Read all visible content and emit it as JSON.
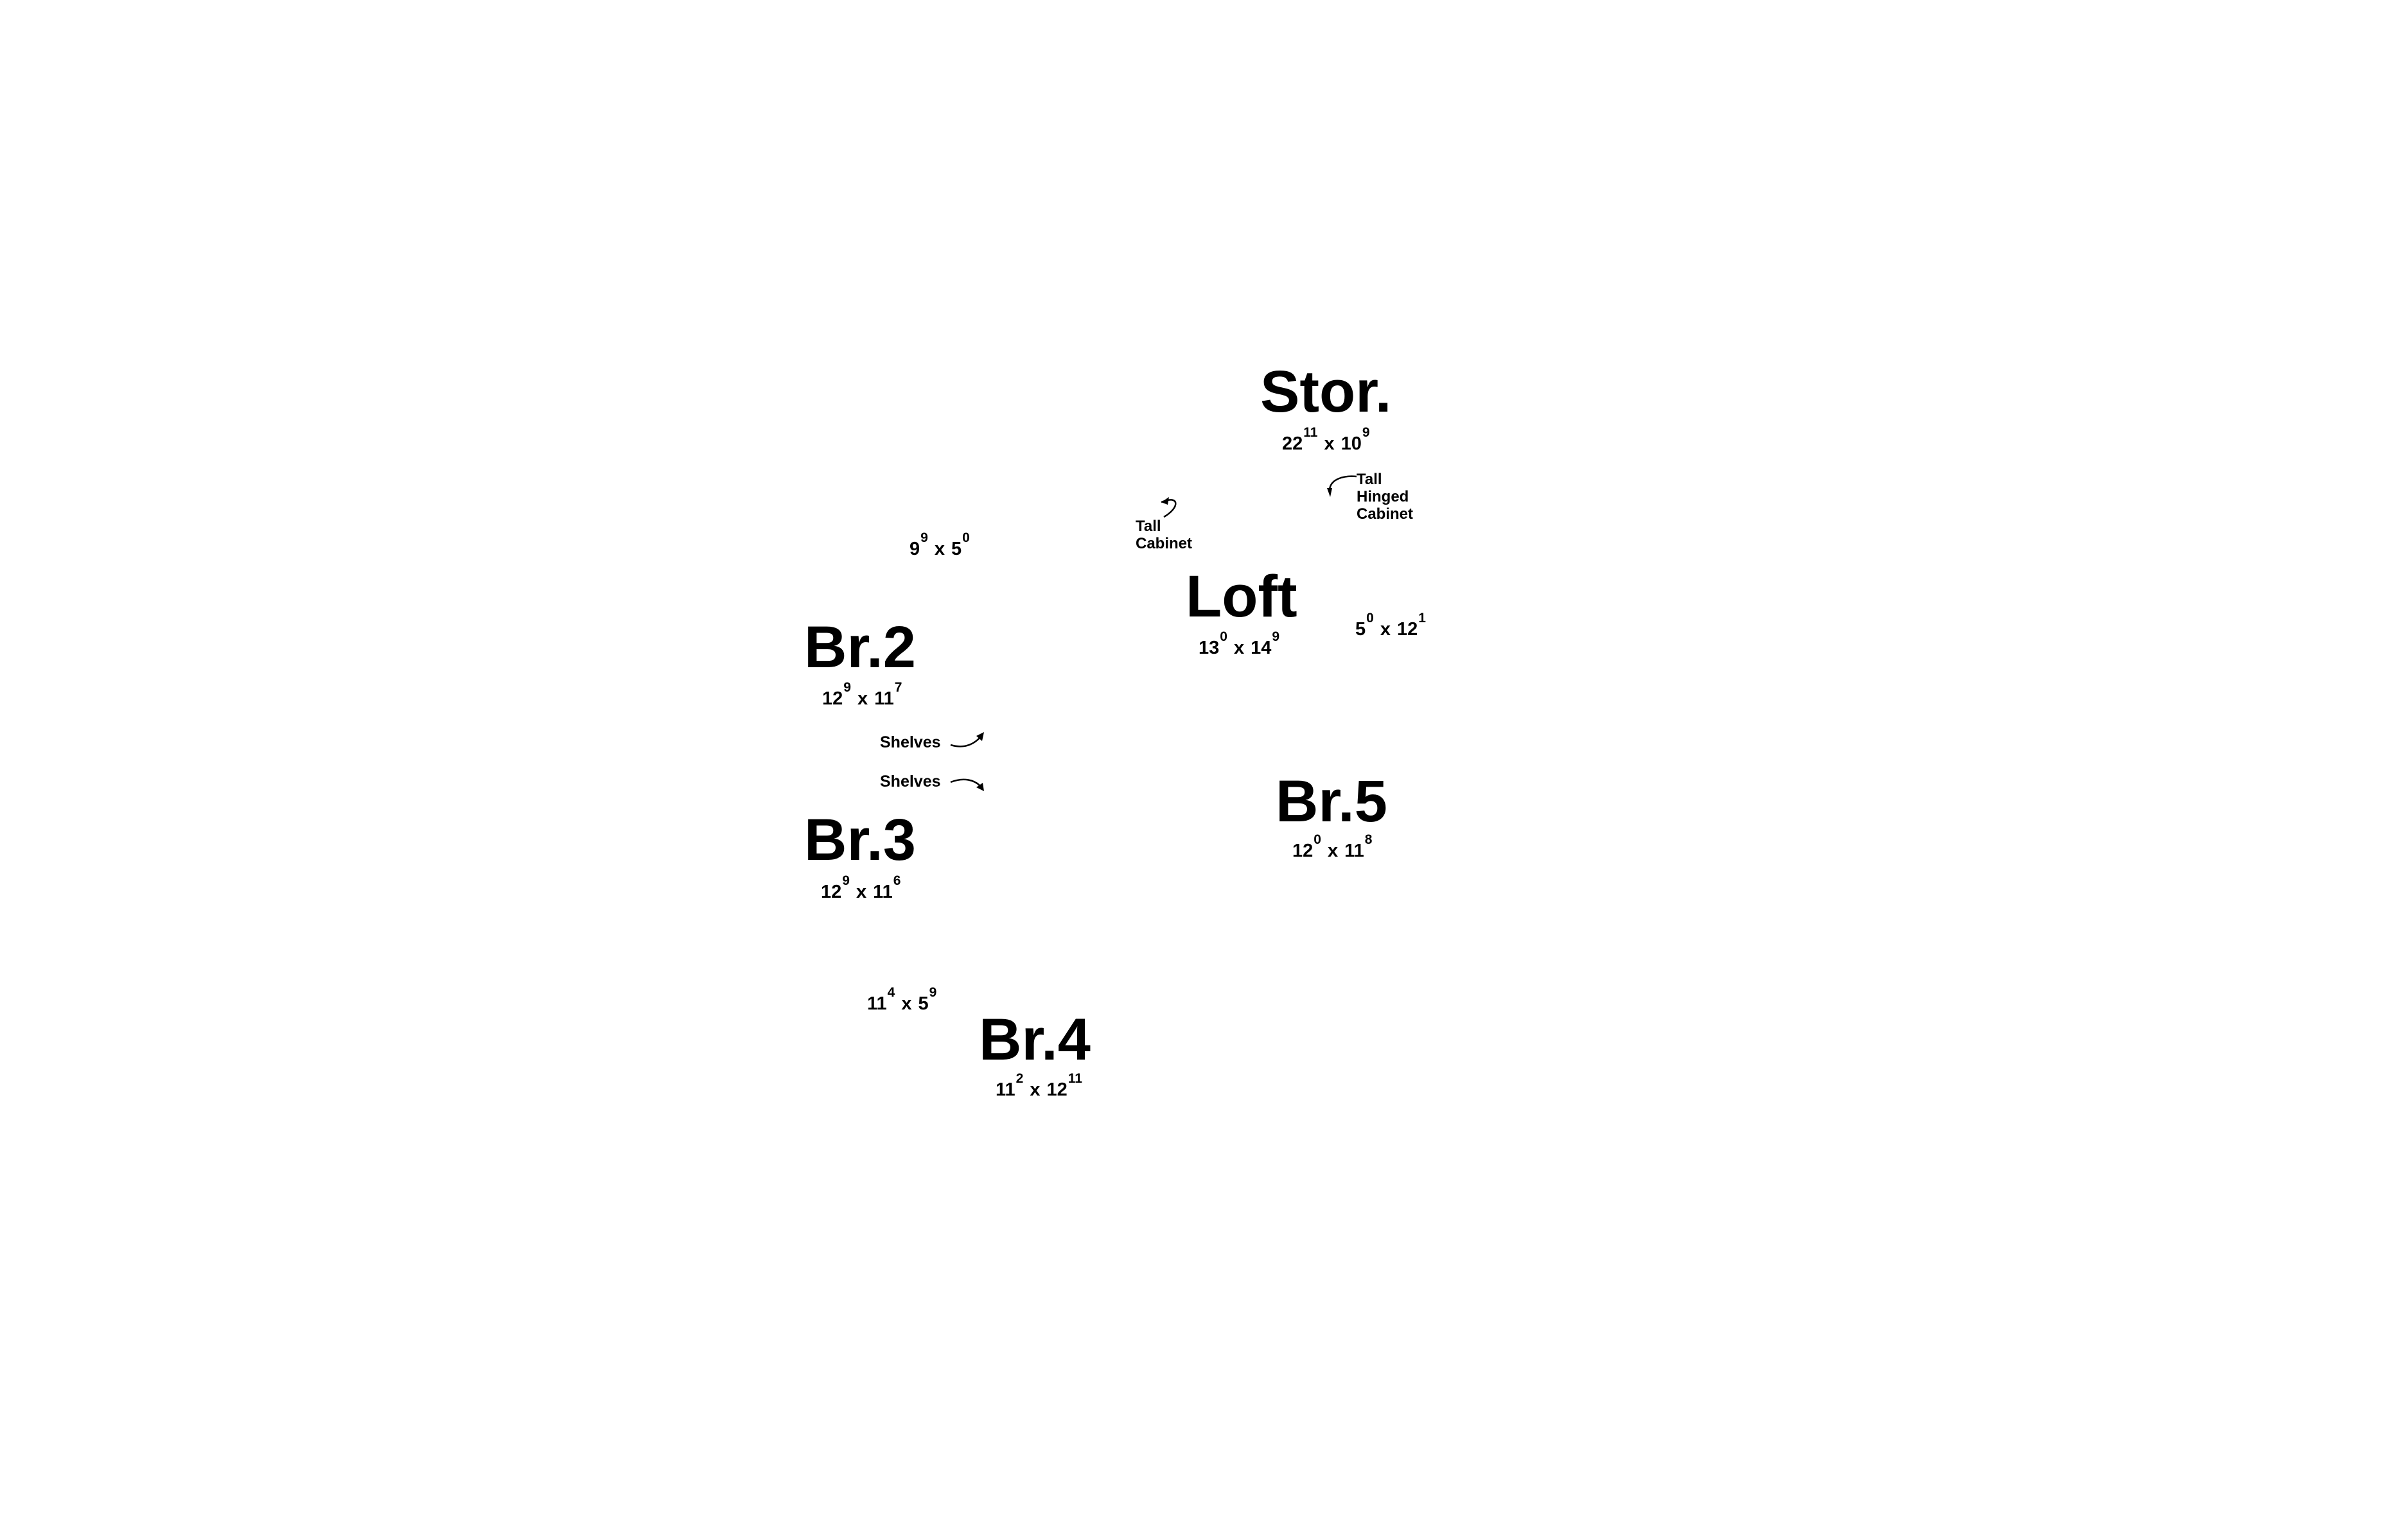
{
  "rooms": {
    "stor": {
      "name": "Stor.",
      "w": "22",
      "w_in": "11",
      "l": "10",
      "l_in": "9"
    },
    "loft": {
      "name": "Loft",
      "w": "13",
      "w_in": "0",
      "l": "14",
      "l_in": "9"
    },
    "br2": {
      "name": "Br.2",
      "w": "12",
      "w_in": "9",
      "l": "11",
      "l_in": "7"
    },
    "br3": {
      "name": "Br.3",
      "w": "12",
      "w_in": "9",
      "l": "11",
      "l_in": "6"
    },
    "br4": {
      "name": "Br.4",
      "w": "11",
      "w_in": "2",
      "l": "12",
      "l_in": "11"
    },
    "br5": {
      "name": "Br.5",
      "w": "12",
      "w_in": "0",
      "l": "11",
      "l_in": "8"
    }
  },
  "spaces": {
    "space_a": {
      "w": "9",
      "w_in": "9",
      "l": "5",
      "l_in": "0"
    },
    "space_b": {
      "w": "5",
      "w_in": "0",
      "l": "12",
      "l_in": "1"
    },
    "space_c": {
      "w": "11",
      "w_in": "4",
      "l": "5",
      "l_in": "9"
    }
  },
  "separator": "x",
  "notes": {
    "tall_cabinet": [
      "Tall",
      "Cabinet"
    ],
    "tall_hinged_cabinet": [
      "Tall",
      "Hinged",
      "Cabinet"
    ],
    "shelves_upper": "Shelves",
    "shelves_lower": "Shelves"
  },
  "colors": {
    "text": "#000000",
    "background": "#ffffff"
  }
}
